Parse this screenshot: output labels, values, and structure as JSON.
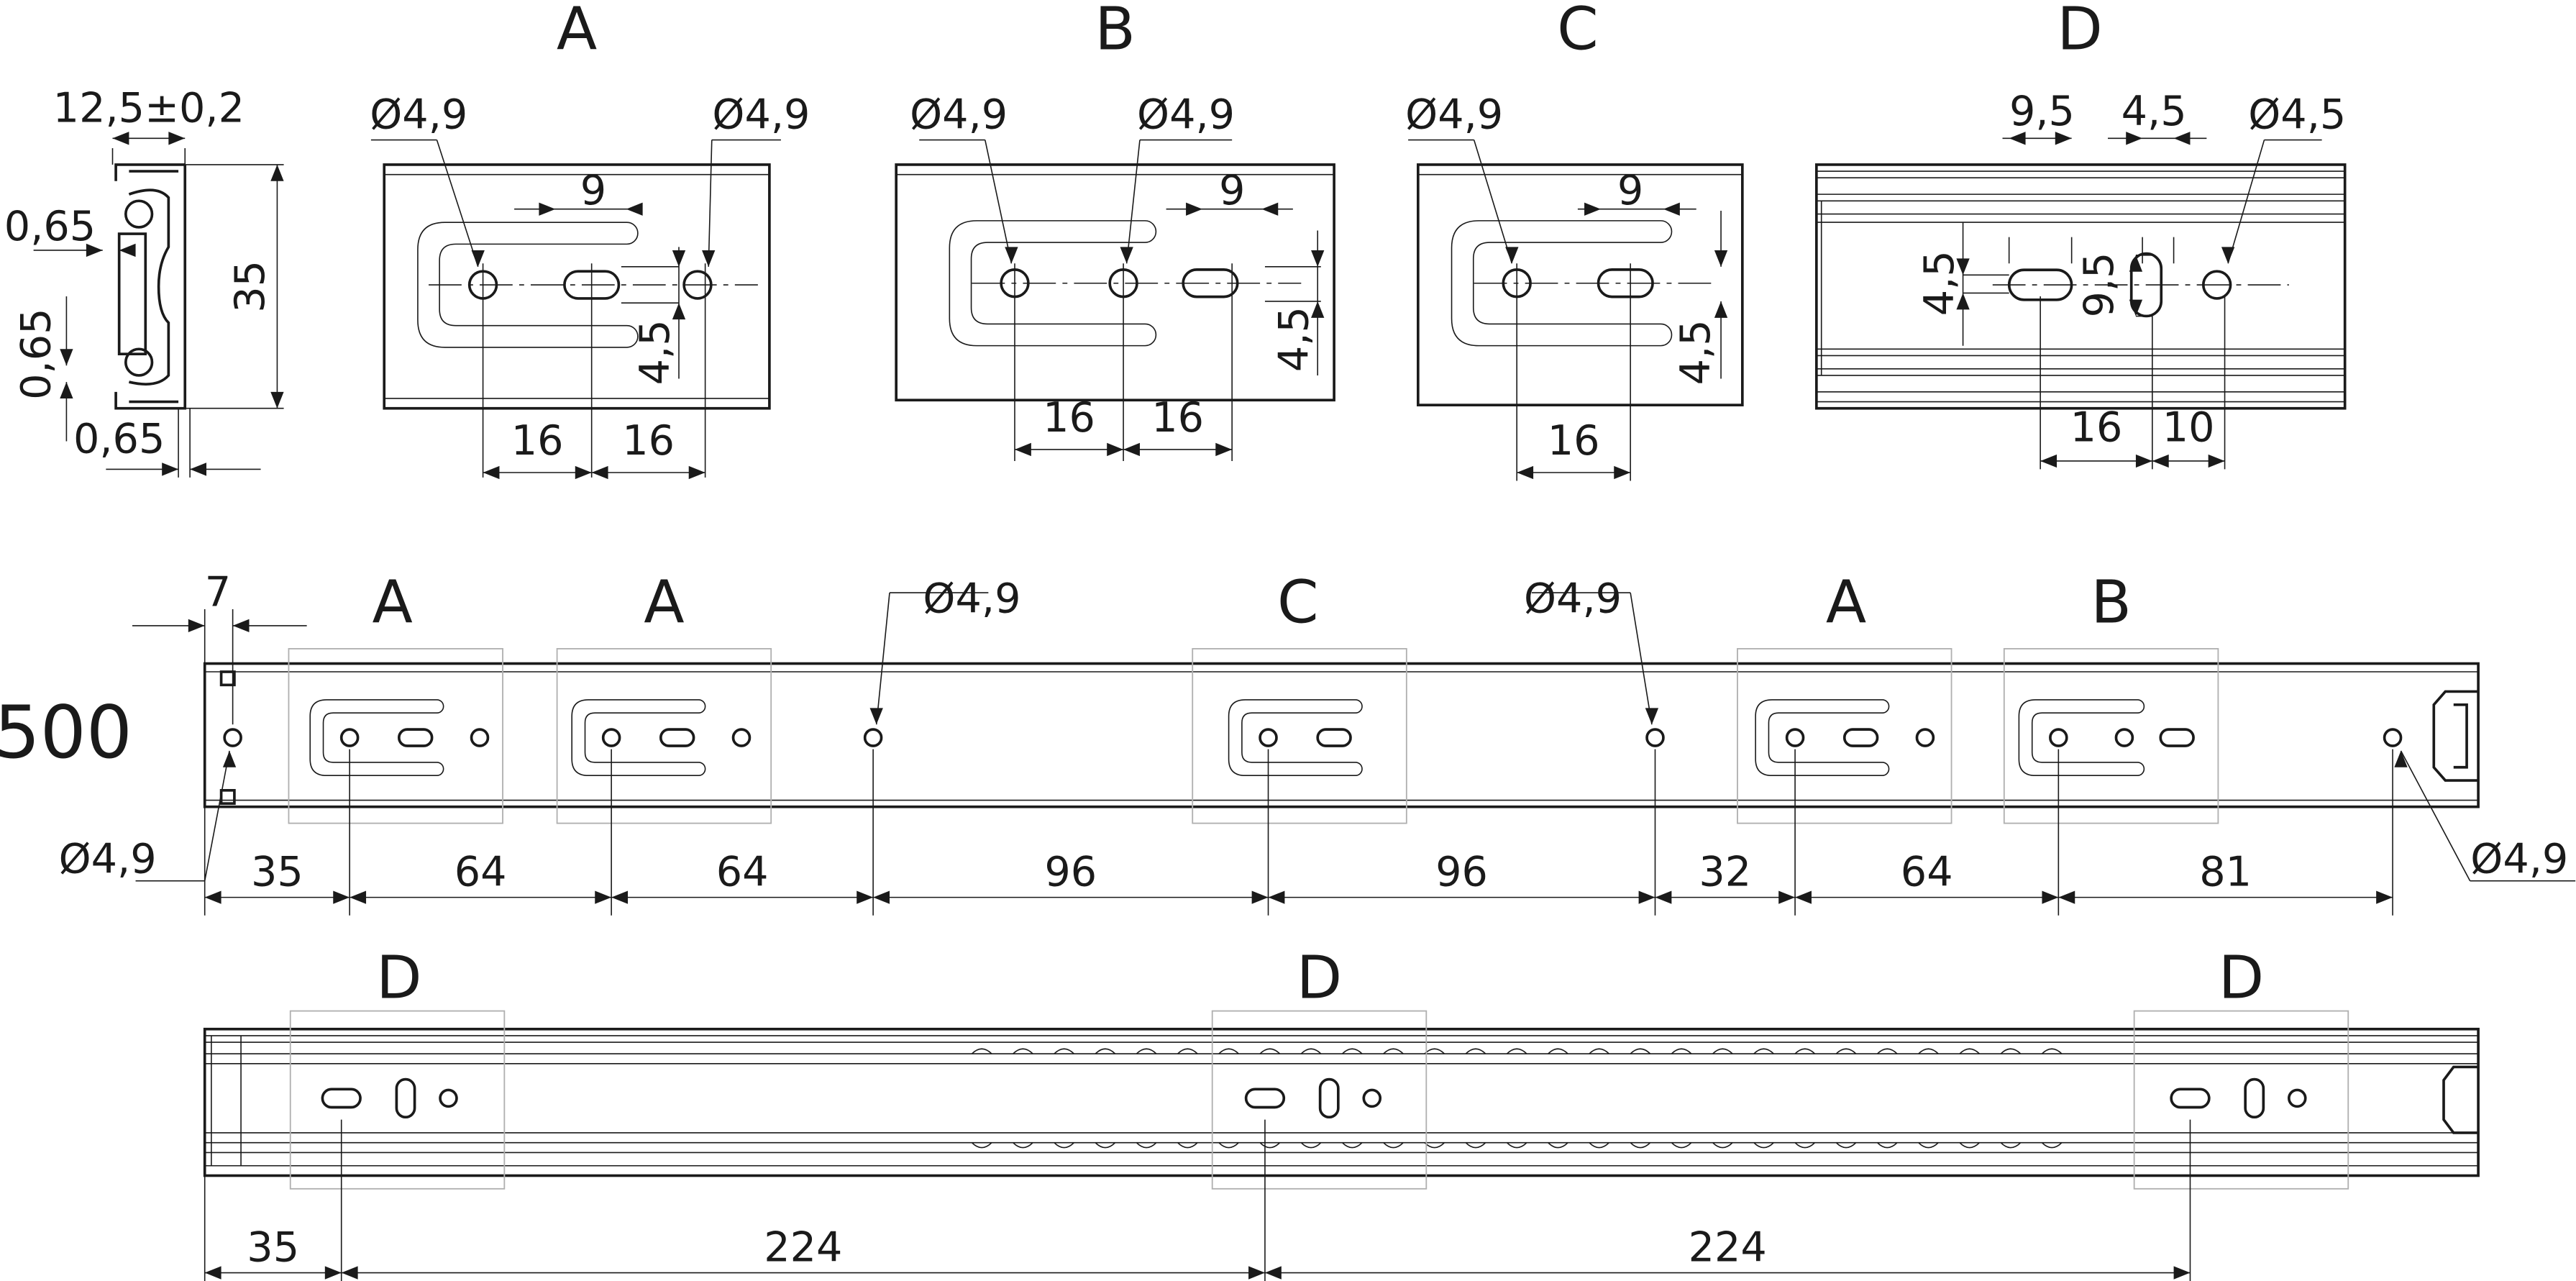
{
  "section": {
    "width": "12,5±0,2",
    "height": "35",
    "t1": "0,65",
    "t2": "0,65",
    "t3": "0,65"
  },
  "views": {
    "a": {
      "label": "A",
      "dia1": "Ø4,9",
      "dia2": "Ø4,9",
      "d9": "9",
      "d45": "4,5",
      "d16a": "16",
      "d16b": "16"
    },
    "b": {
      "label": "B",
      "dia1": "Ø4,9",
      "dia2": "Ø4,9",
      "d9": "9",
      "d45": "4,5",
      "d16a": "16",
      "d16b": "16"
    },
    "c": {
      "label": "C",
      "dia1": "Ø4,9",
      "d9": "9",
      "d45": "4,5",
      "d16": "16"
    },
    "d": {
      "label": "D",
      "d95": "9,5",
      "d45": "4,5",
      "dia": "Ø4,5",
      "v45": "4,5",
      "v95": "9,5",
      "d16": "16",
      "d10": "10"
    }
  },
  "rail": {
    "length": "500",
    "offset": "7",
    "labels": [
      "A",
      "A",
      "C",
      "A",
      "B"
    ],
    "dia_labels": [
      "Ø4,9",
      "Ø4,9",
      "Ø4,9",
      "Ø4,9"
    ],
    "dims": [
      "35",
      "64",
      "64",
      "96",
      "96",
      "32",
      "64",
      "81"
    ]
  },
  "bottom_rail": {
    "labels": [
      "D",
      "D",
      "D"
    ],
    "dims": [
      "35",
      "224",
      "224"
    ]
  }
}
